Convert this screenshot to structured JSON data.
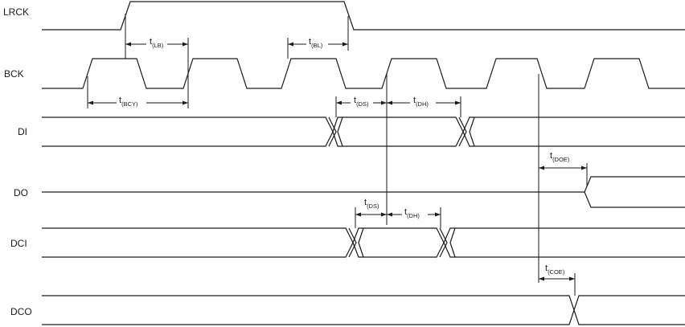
{
  "signals": {
    "lrck": "LRCK",
    "bck": "BCK",
    "di": "DI",
    "do": "DO",
    "dci": "DCI",
    "dco": "DCO"
  },
  "timing": {
    "t": "t",
    "lb": "(LB)",
    "bl": "(BL)",
    "bcy": "(BCY)",
    "ds": "(DS)",
    "dh": "(DH)",
    "doe": "(DOE)",
    "coe": "(COE)"
  }
}
